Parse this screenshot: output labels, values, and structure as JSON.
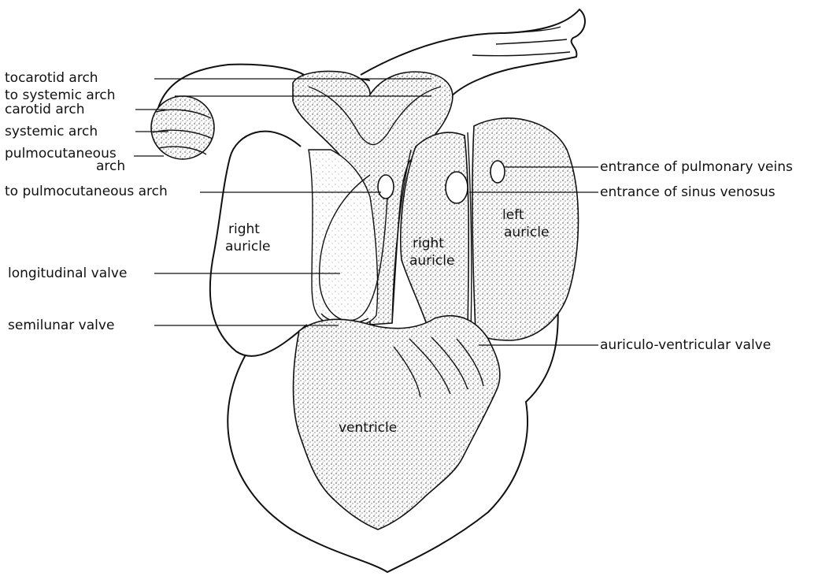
{
  "labels": {
    "to_carotid_arch": "tocarotid arch",
    "to_systemic_arch": "to systemic arch",
    "carotid_arch": "carotid arch",
    "systemic_arch": "systemic arch",
    "pulmocutaneous_arch_line1": "pulmocutaneous",
    "pulmocutaneous_arch_line2": "arch",
    "to_pulmocutaneous_arch": "to pulmocutaneous arch",
    "longitudinal_valve": "longitudinal valve",
    "semilunar_valve": "semilunar valve",
    "entrance_pulmonary_veins": "entrance of pulmonary veins",
    "entrance_sinus_venosus": "entrance of  sinus  venosus",
    "auriculo_ventricular_valve": "auriculo-ventricular valve",
    "right_auricle_outer_line1": "right",
    "right_auricle_outer_line2": "auricle",
    "right_auricle_inner_line1": "right",
    "right_auricle_inner_line2": "auricle",
    "left_auricle_line1": "left",
    "left_auricle_line2": "auricle",
    "ventricle": "ventricle"
  }
}
